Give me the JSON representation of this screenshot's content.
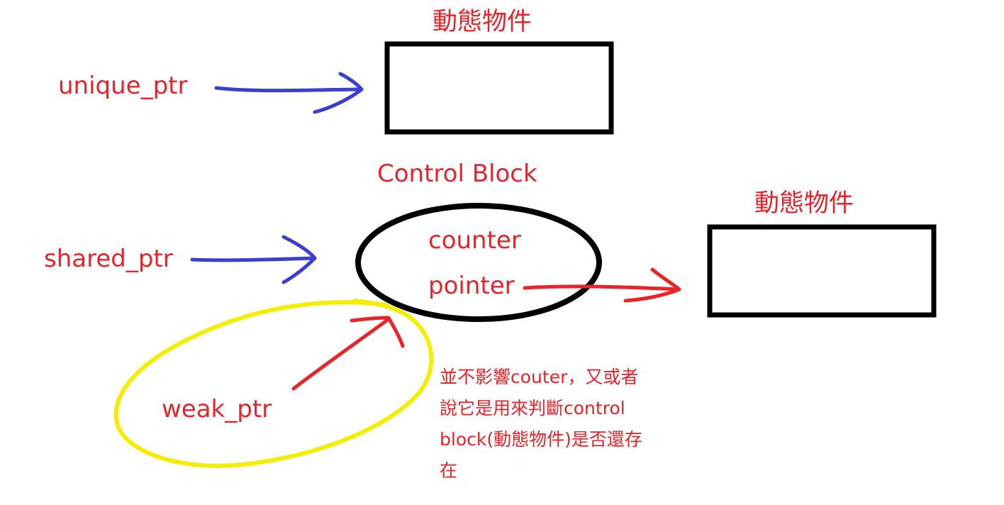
{
  "diagram": {
    "top_object_label": "動態物件",
    "unique_ptr_label": "unique_ptr",
    "control_block_label": "Control Block",
    "right_object_label": "動態物件",
    "shared_ptr_label": "shared_ptr",
    "counter_label": "counter",
    "pointer_label": "pointer",
    "weak_ptr_label": "weak_ptr",
    "note_lines": [
      "並不影響couter，又或者",
      "說它是用來判斷control",
      "block(動態物件)是否還存",
      "在"
    ],
    "colors": {
      "text": "#e8232a",
      "blue_arrow": "#3a3fd0",
      "red_arrow": "#e8232a",
      "yellow_loop": "#f5ee00",
      "outline": "#000000"
    }
  }
}
